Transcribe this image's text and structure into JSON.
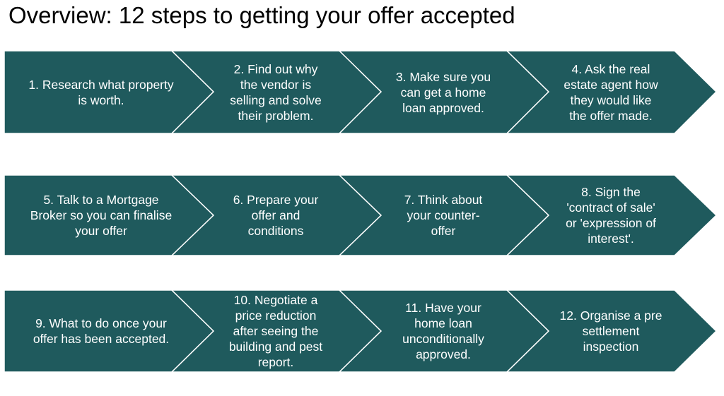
{
  "title": "Overview: 12 steps to getting your offer accepted",
  "colors": {
    "step_fill": "#1f5a5d",
    "step_text": "#ffffff",
    "divider": "#ffffff"
  },
  "rows": [
    {
      "steps": [
        {
          "label": "1. Research what property\nis worth."
        },
        {
          "label": "2. Find out why\nthe vendor is\nselling and solve\ntheir problem."
        },
        {
          "label": "3. Make sure you\ncan get a home\nloan approved."
        },
        {
          "label": "4. Ask the real\nestate agent how\nthey would like\nthe offer made."
        }
      ]
    },
    {
      "steps": [
        {
          "label": "5.  Talk to a Mortgage\nBroker so you can finalise\nyour offer"
        },
        {
          "label": "6. Prepare your\noffer and\nconditions"
        },
        {
          "label": "7. Think about\nyour counter-\noffer"
        },
        {
          "label": "8. Sign the\n'contract of sale'\nor 'expression of\ninterest'."
        }
      ]
    },
    {
      "steps": [
        {
          "label": "9. What to do once your\noffer has been accepted."
        },
        {
          "label": "10. Negotiate a\nprice reduction\nafter seeing the\nbuilding and pest\nreport."
        },
        {
          "label": "11. Have your\nhome loan\nunconditionally\napproved."
        },
        {
          "label": "12. Organise a pre\nsettlement\ninspection"
        }
      ]
    }
  ]
}
